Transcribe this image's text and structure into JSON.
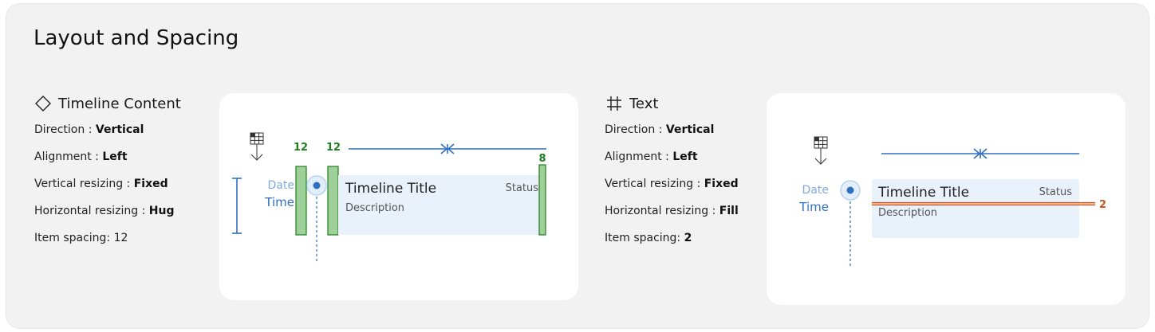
{
  "title": "Layout and Spacing",
  "left": {
    "heading": "Timeline Content",
    "heading_icon": "diamond-icon",
    "props": [
      {
        "key": "Direction : ",
        "value": "Vertical"
      },
      {
        "key": "Alignment : ",
        "value": "Left"
      },
      {
        "key": "Vertical resizing : ",
        "value": "Fixed"
      },
      {
        "key": "Horizontal resizing : ",
        "value": "Hug"
      },
      {
        "key": "Item spacing: ",
        "value": "12"
      }
    ],
    "diagram": {
      "date": "Date",
      "time": "Time",
      "item_title": "Timeline Title",
      "status": "Status",
      "description": "Description",
      "spacing_a": "12",
      "spacing_b": "12",
      "spacing_c": "8"
    }
  },
  "right": {
    "heading": "Text",
    "heading_icon": "frame-grid-icon",
    "props": [
      {
        "key": "Direction : ",
        "value": "Vertical"
      },
      {
        "key": "Alignment : ",
        "value": "Left"
      },
      {
        "key": "Vertical resizing : ",
        "value": "Fixed"
      },
      {
        "key": "Horizontal resizing : ",
        "value": "Fill"
      },
      {
        "key": "Item spacing: ",
        "value": "2"
      }
    ],
    "diagram": {
      "date": "Date",
      "time": "Time",
      "item_title": "Timeline Title",
      "status": "Status",
      "description": "Description",
      "spacing": "2"
    }
  },
  "colors": {
    "blue": "#2f6fc0",
    "green": "#1e7d1e",
    "green_fill": "#9fd09a",
    "orange": "#c9541c",
    "content_bg": "#e9f1fb"
  }
}
